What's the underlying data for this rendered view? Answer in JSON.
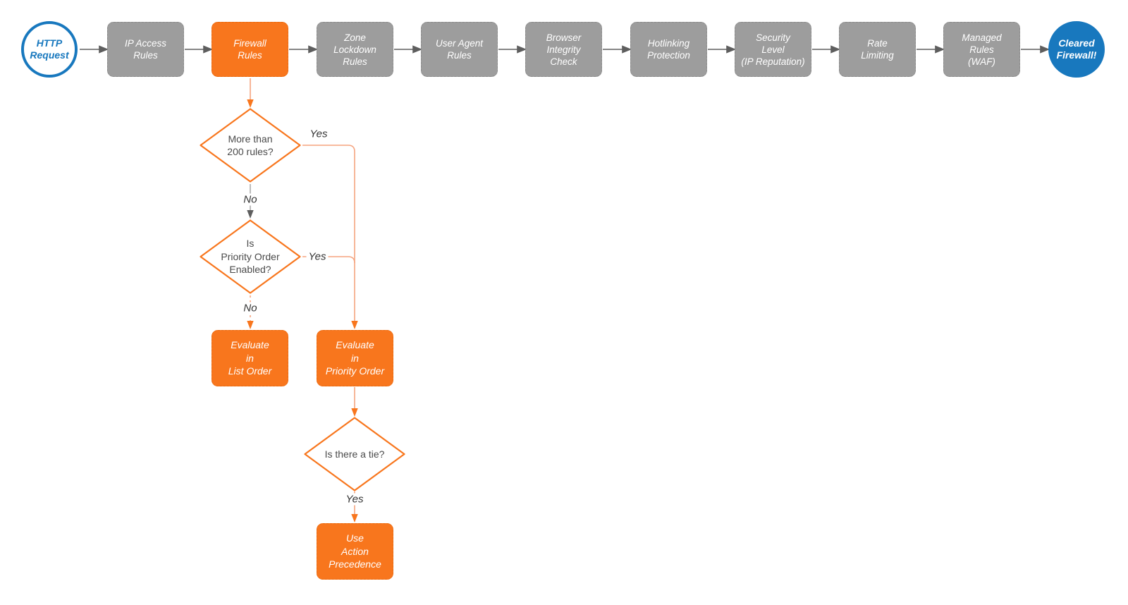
{
  "diagram": {
    "title_hint": "HTTP request firewall evaluation flowchart",
    "start": {
      "label": "HTTP\nRequest"
    },
    "end": {
      "label": "Cleared\nFirewall!"
    },
    "stages": [
      {
        "label": "IP Access\nRules",
        "highlighted": false
      },
      {
        "label": "Firewall\nRules",
        "highlighted": true
      },
      {
        "label": "Zone\nLockdown\nRules",
        "highlighted": false
      },
      {
        "label": "User Agent\nRules",
        "highlighted": false
      },
      {
        "label": "Browser\nIntegrity\nCheck",
        "highlighted": false
      },
      {
        "label": "Hotlinking\nProtection",
        "highlighted": false
      },
      {
        "label": "Security\nLevel\n(IP Reputation)",
        "highlighted": false
      },
      {
        "label": "Rate\nLimiting",
        "highlighted": false
      },
      {
        "label": "Managed\nRules\n(WAF)",
        "highlighted": false
      }
    ],
    "decisions": [
      {
        "label": "More than\n200 rules?"
      },
      {
        "label": "Is\nPriority Order\nEnabled?"
      },
      {
        "label": "Is there a tie?"
      }
    ],
    "actions": [
      {
        "label": "Evaluate\nin\nList Order"
      },
      {
        "label": "Evaluate\nin\nPriority Order"
      },
      {
        "label": "Use\nAction\nPrecedence"
      }
    ],
    "edge_labels": [
      {
        "text": "Yes"
      },
      {
        "text": "No"
      },
      {
        "text": "Yes"
      },
      {
        "text": "No"
      },
      {
        "text": "Yes"
      }
    ],
    "colors": {
      "accent_orange": "#F8761D",
      "connector_orange_pale": "#F5A47F",
      "node_gray": "#9D9D9D",
      "connector_dark_gray": "#5E5E5E",
      "connector_light_gray": "#ABABAB",
      "terminal_blue": "#1878BE",
      "decision_text": "#4A4A4A",
      "background": "#FFFFFF"
    }
  }
}
